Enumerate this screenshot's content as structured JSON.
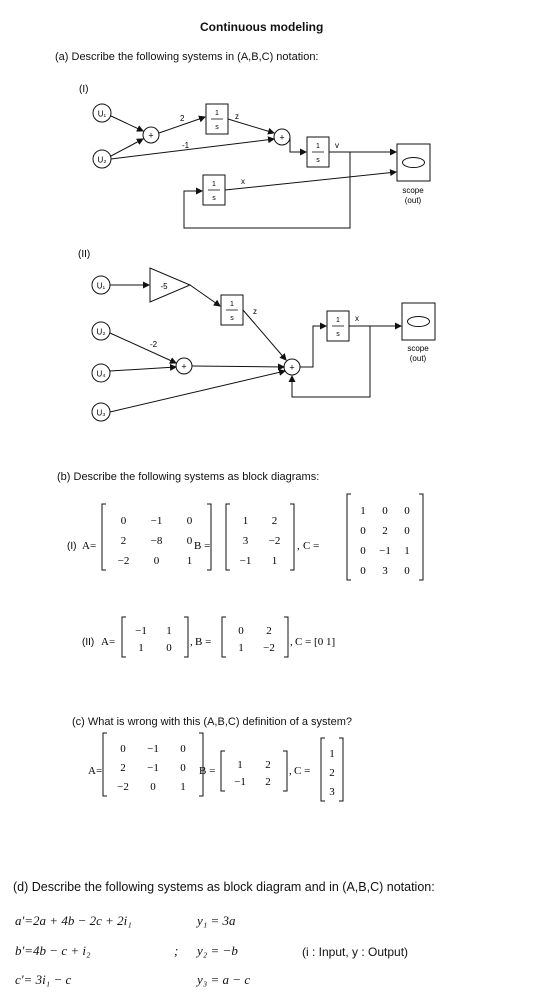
{
  "title": "Continuous modeling",
  "part_a": {
    "question": "(a) Describe the following systems in (A,B,C) notation:",
    "sys1": {
      "label": "(I)",
      "inputs": [
        "U₁",
        "U₂"
      ],
      "gain_top": "2",
      "gain_bottom": "-1",
      "sum": "+",
      "integ_num": "1",
      "integ_den": "s",
      "signal_z": "z",
      "signal_v": "v",
      "signal_x": "x",
      "scope_line1": "scope",
      "scope_line2": "(out)"
    },
    "sys2": {
      "label": "(II)",
      "inputs": [
        "U₁",
        "U₂",
        "U₄",
        "U₃"
      ],
      "gain_tri": "-5",
      "gain_u2": "-2",
      "sum": "+",
      "integ_num": "1",
      "integ_den": "s",
      "signal_z": "z",
      "signal_x": "x",
      "scope_line1": "scope",
      "scope_line2": "(out)"
    }
  },
  "part_b": {
    "question": "(b) Describe the following systems as block diagrams:",
    "sys1": {
      "label": "(I)",
      "A_name": "A=",
      "A": [
        [
          "0",
          "−1",
          "0"
        ],
        [
          "2",
          "−8",
          "0"
        ],
        [
          "−2",
          "0",
          "1"
        ]
      ],
      "B_name": "B =",
      "B": [
        [
          "1",
          "2"
        ],
        [
          "3",
          "−2"
        ],
        [
          "−1",
          "1"
        ]
      ],
      "C_name": "C =",
      "C": [
        [
          "1",
          "0",
          "0"
        ],
        [
          "0",
          "2",
          "0"
        ],
        [
          "0",
          "−1",
          "1"
        ],
        [
          "0",
          "3",
          "0"
        ]
      ]
    },
    "sys2": {
      "label": "(II)",
      "A_name": "A=",
      "A": [
        [
          "−1",
          "1"
        ],
        [
          "1",
          "0"
        ]
      ],
      "B_name": "B =",
      "B": [
        [
          "0",
          "2"
        ],
        [
          "1",
          "−2"
        ]
      ],
      "C_name": "C = [0   1]"
    }
  },
  "part_c": {
    "question": "(c) What is wrong with this (A,B,C) definition of a system?",
    "A_name": "A=",
    "A": [
      [
        "0",
        "−1",
        "0"
      ],
      [
        "2",
        "−1",
        "0"
      ],
      [
        "−2",
        "0",
        "1"
      ]
    ],
    "B_name": "B =",
    "B": [
      [
        "1",
        "2"
      ],
      [
        "−1",
        "2"
      ]
    ],
    "C_name": "C =",
    "C": [
      [
        "1"
      ],
      [
        "2"
      ],
      [
        "3"
      ]
    ]
  },
  "part_d": {
    "question": "(d) Describe the following systems as block diagram and in (A,B,C) notation:",
    "eq1": "a'=2a + 4b − 2c + 2i₁",
    "eq2": "b'=4b − c + i₂",
    "eq3": "c'= 3i₁ − c",
    "sep": ";",
    "out1": "y₁ = 3a",
    "out2": "y₂ = −b",
    "out3": "y₃ = a − c",
    "note": "(i : Input,  y : Output)"
  }
}
